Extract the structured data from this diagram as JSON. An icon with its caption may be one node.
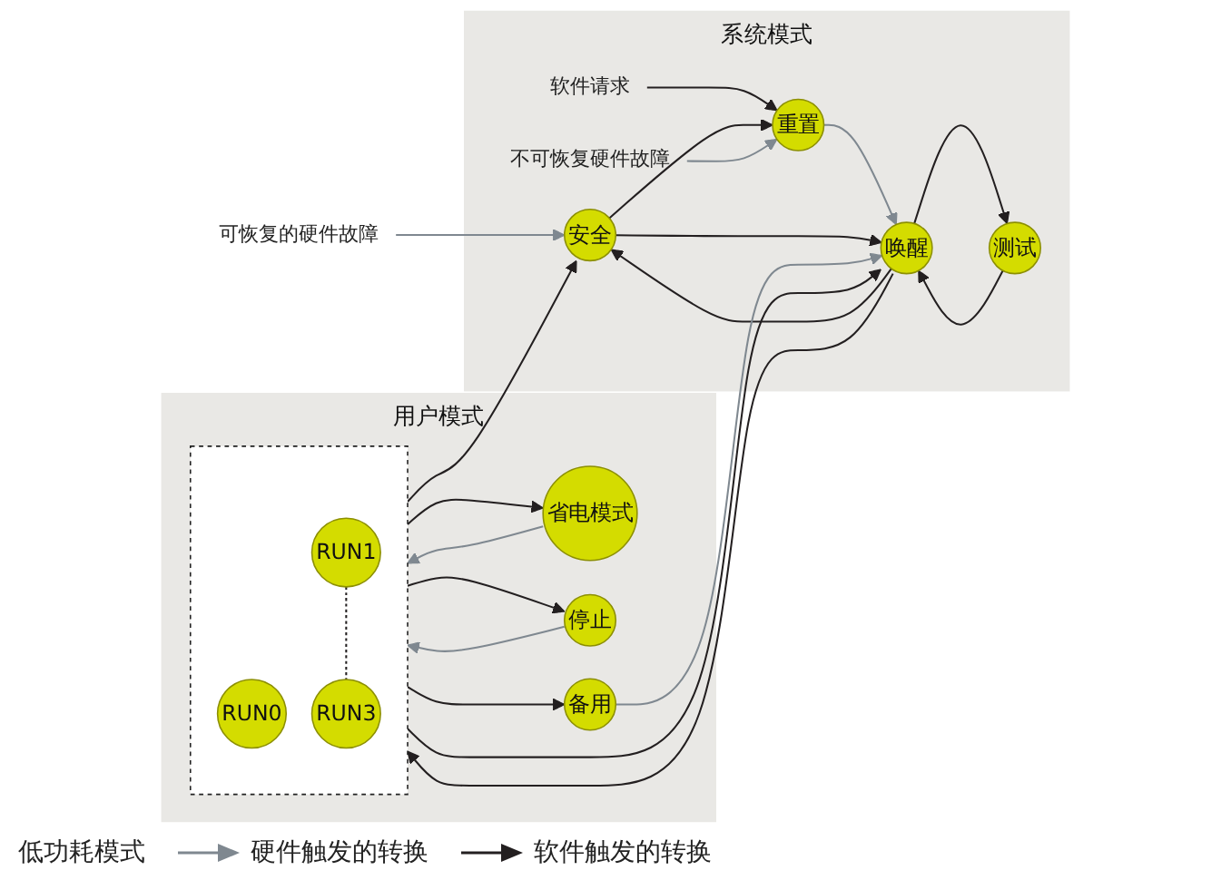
{
  "diagram": {
    "nodes": [
      {
        "text": [
          "系统模式"
        ]
      },
      {
        "text": [
          "软件请求"
        ],
        "in": 0
      },
      {
        "text": [
          "可恢复的硬件故障"
        ]
      },
      {
        "text": [
          "安全"
        ],
        "in": 0
      },
      {
        "text": [
          "重置"
        ],
        "in": 0
      },
      {
        "text": [
          "唤醒"
        ],
        "in": 0
      },
      {
        "text": [
          "测试"
        ],
        "in": 0
      },
      {
        "text": [
          "不可恢复硬件故障"
        ],
        "in": 0
      },
      {
        "text": [
          "用户模式"
        ]
      },
      {
        "text": [],
        "shape": "box",
        "in": 8
      },
      {
        "text": [
          "RUN0"
        ],
        "in": 9
      },
      {
        "text": [
          "RUN1"
        ],
        "in": 9
      },
      {
        "text": [
          "RUN3"
        ],
        "in": 9
      },
      {
        "text": [
          "省电模式"
        ],
        "in": 8
      },
      {
        "text": [
          "停止"
        ],
        "in": 8
      },
      {
        "text": [
          "备用"
        ],
        "in": 8
      }
    ],
    "edges": [
      {
        "from": 1,
        "to": 4,
        "arrow": "to"
      },
      {
        "from": 2,
        "to": 3,
        "arrow": "to",
        "color": "#7f8890"
      },
      {
        "from": 3,
        "to": 4,
        "arrow": "to"
      },
      {
        "from": 4,
        "to": 5,
        "arrow": "to",
        "color": "#7f8890"
      },
      {
        "from": 7,
        "to": 4,
        "arrow": "to",
        "color": "#7f8890"
      },
      {
        "from": 3,
        "to": 5,
        "arrow": "to"
      },
      {
        "from": 5,
        "to": 3,
        "arrow": "to"
      },
      {
        "from": 5,
        "to": 6,
        "arrow": "to"
      },
      {
        "from": 6,
        "to": 5,
        "arrow": "to"
      },
      {
        "from": 5,
        "to": 9,
        "arrow": "to"
      },
      {
        "from": 9,
        "to": 3,
        "arrow": "to"
      },
      {
        "from": 9,
        "to": 5,
        "arrow": "to"
      },
      {
        "from": 11,
        "to": 12,
        "arrow": "none",
        "style": "dashed"
      },
      {
        "from": 9,
        "to": 13,
        "arrow": "to"
      },
      {
        "from": 13,
        "to": 9,
        "arrow": "to",
        "color": "#7f8890"
      },
      {
        "from": 9,
        "to": 14,
        "arrow": "to"
      },
      {
        "from": 14,
        "to": 9,
        "arrow": "to",
        "color": "#7f8890"
      },
      {
        "from": 9,
        "to": 15,
        "arrow": "to"
      },
      {
        "from": 15,
        "to": 5,
        "arrow": "to",
        "color": "#7f8890"
      }
    ],
    "labels": [
      "低功耗模式"
    ],
    "legend": [
      {
        "text": "硬件触发的转换"
      },
      {
        "text": "软件触发的转换"
      }
    ]
  }
}
